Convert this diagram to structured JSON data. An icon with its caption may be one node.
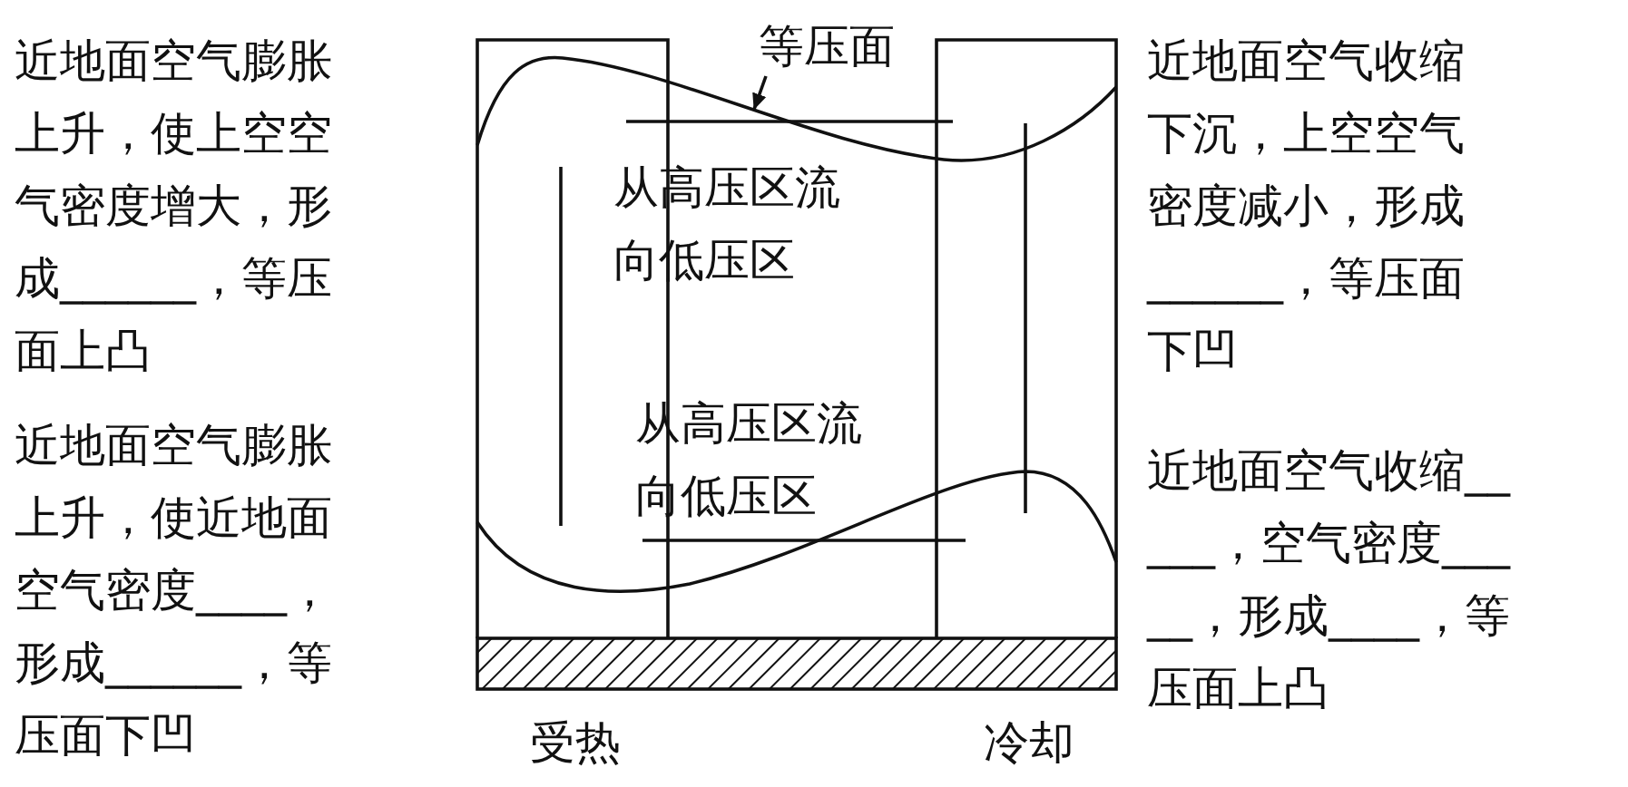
{
  "diagram": {
    "nodes": [
      {
        "text": [
          "等压面"
        ]
      },
      {
        "text": [],
        "shape": "curve"
      }
    ],
    "edges": [
      {
        "from": 0,
        "to": 1,
        "arrow": "to"
      }
    ],
    "labels": [
      "近地面空气膨胀上升，使上空空气密度增大，形成______，等压面上凸",
      "近地面空气收缩下沉，上空空气密度减小，形成______，等压面下凹",
      "从高压区流向低压区",
      "从高压区流向低压区",
      "近地面空气膨胀上升，使近地面空气密度____，形成______，等压面下凹",
      "近地面空气收缩_____，空气密度_____，形成____，等压面上凸",
      "受热",
      "冷却"
    ]
  }
}
